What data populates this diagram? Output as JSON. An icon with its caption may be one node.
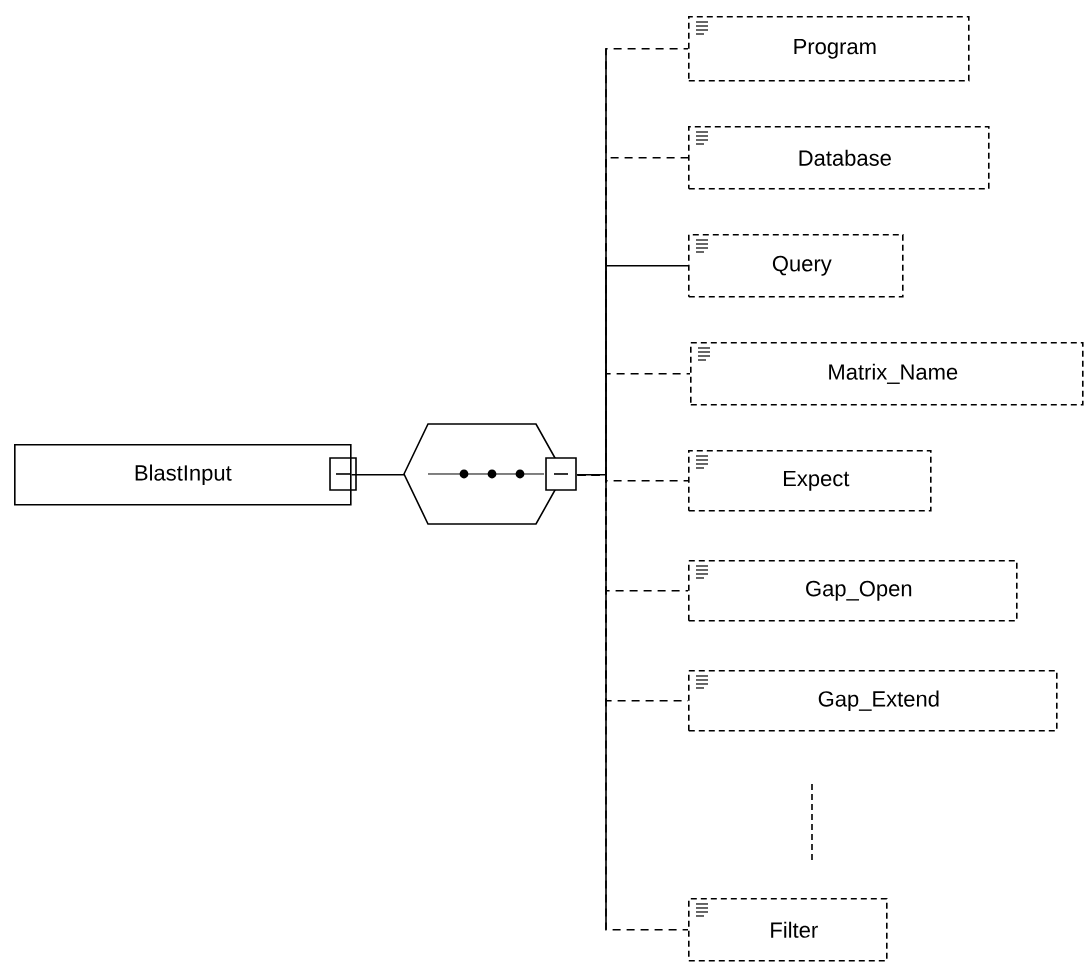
{
  "diagram": {
    "nodes": [
      {
        "text": [
          "BlastInput"
        ]
      },
      {
        "text": [],
        "shape": "hexagon"
      },
      {
        "text": [
          "Program"
        ]
      },
      {
        "text": [
          "Database"
        ]
      },
      {
        "text": [
          "Query"
        ]
      },
      {
        "text": [
          "Matrix_Name"
        ]
      },
      {
        "text": [
          "Expect"
        ]
      },
      {
        "text": [
          "Gap_Open"
        ]
      },
      {
        "text": [
          "Gap_Extend"
        ]
      },
      {
        "text": [
          "Filter"
        ]
      }
    ],
    "edges": [
      {
        "from": 0,
        "to": 1,
        "arrow": "none"
      },
      {
        "from": 1,
        "to": 2,
        "arrow": "none",
        "style": "dashed"
      },
      {
        "from": 1,
        "to": 3,
        "arrow": "none",
        "style": "dashed"
      },
      {
        "from": 1,
        "to": 4,
        "arrow": "none"
      },
      {
        "from": 1,
        "to": 5,
        "arrow": "none",
        "style": "dashed"
      },
      {
        "from": 1,
        "to": 6,
        "arrow": "none",
        "style": "dashed"
      },
      {
        "from": 1,
        "to": 7,
        "arrow": "none",
        "style": "dashed"
      },
      {
        "from": 1,
        "to": 8,
        "arrow": "none",
        "style": "dashed"
      },
      {
        "from": 1,
        "to": 9,
        "arrow": "none",
        "style": "dashed"
      }
    ]
  }
}
